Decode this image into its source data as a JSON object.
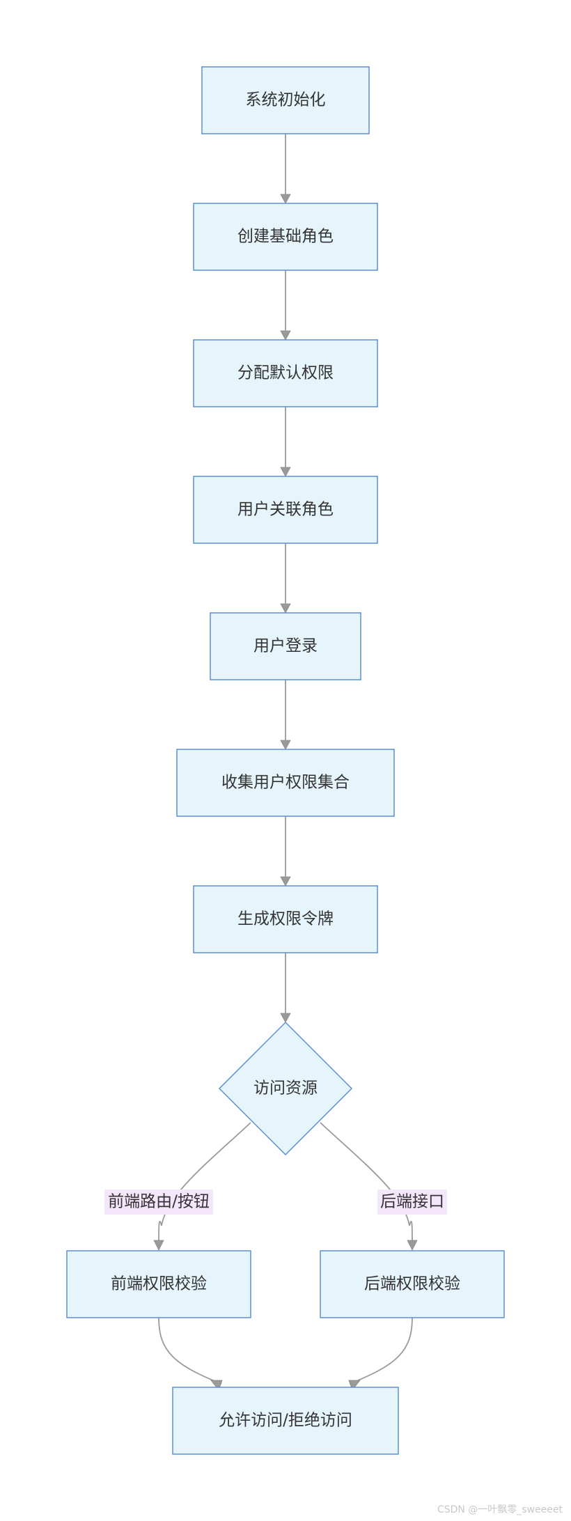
{
  "diagram": {
    "nodes": {
      "init": "系统初始化",
      "create_roles": "创建基础角色",
      "assign_perms": "分配默认权限",
      "user_role": "用户关联角色",
      "login": "用户登录",
      "collect": "收集用户权限集合",
      "token": "生成权限令牌",
      "access": "访问资源",
      "frontend_check": "前端权限校验",
      "backend_check": "后端权限校验",
      "result": "允许访问/拒绝访问"
    },
    "edge_labels": {
      "frontend": "前端路由/按钮",
      "backend": "后端接口"
    },
    "colors": {
      "node_fill": "#e6f4fb",
      "node_stroke": "#5b8fd6",
      "edge": "#9a9a9a",
      "label_bg": "#f4e6fb"
    }
  },
  "watermark": "CSDN @一叶飘零_sweeeet"
}
